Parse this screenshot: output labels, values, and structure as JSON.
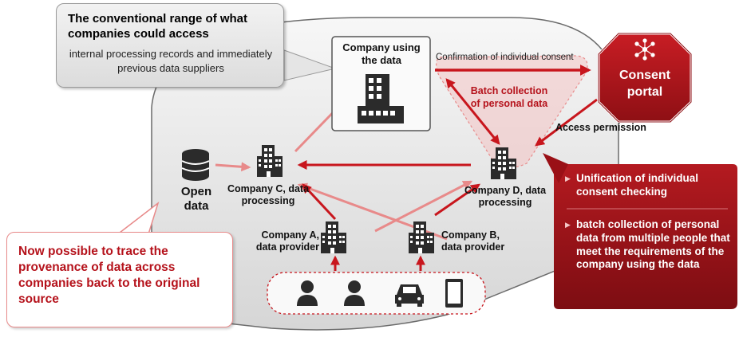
{
  "callout_top": {
    "title": "The conventional range of what companies could access",
    "body": "internal processing records and immediately previous data suppliers"
  },
  "company_using": {
    "label": "Company using the data"
  },
  "confirmation_label": "Confirmation of individual consent",
  "batch_label": "Batch collection of personal data",
  "consent_portal": {
    "label": "Consent portal"
  },
  "access_permission": "Access permission",
  "open_data": {
    "label": "Open data"
  },
  "company_c": {
    "label": "Company C, data processing"
  },
  "company_d": {
    "label": "Company D, data processing"
  },
  "company_a": {
    "label": "Company A, data provider"
  },
  "company_b": {
    "label": "Company B, data provider"
  },
  "provenance_callout": "Now possible to trace the provenance of data across companies back to the original source",
  "right_panel": {
    "items": [
      "Unification of individual consent checking",
      "batch collection of personal data from multiple people that meet the requirements of the company using the data"
    ]
  },
  "colors": {
    "accent": "#c8161d",
    "light_red": "#e88a8a",
    "dark_icon": "#2b2b2b"
  },
  "icons": [
    "database-icon",
    "building-icon",
    "person-icon",
    "car-icon",
    "smartphone-icon",
    "network-icon"
  ]
}
